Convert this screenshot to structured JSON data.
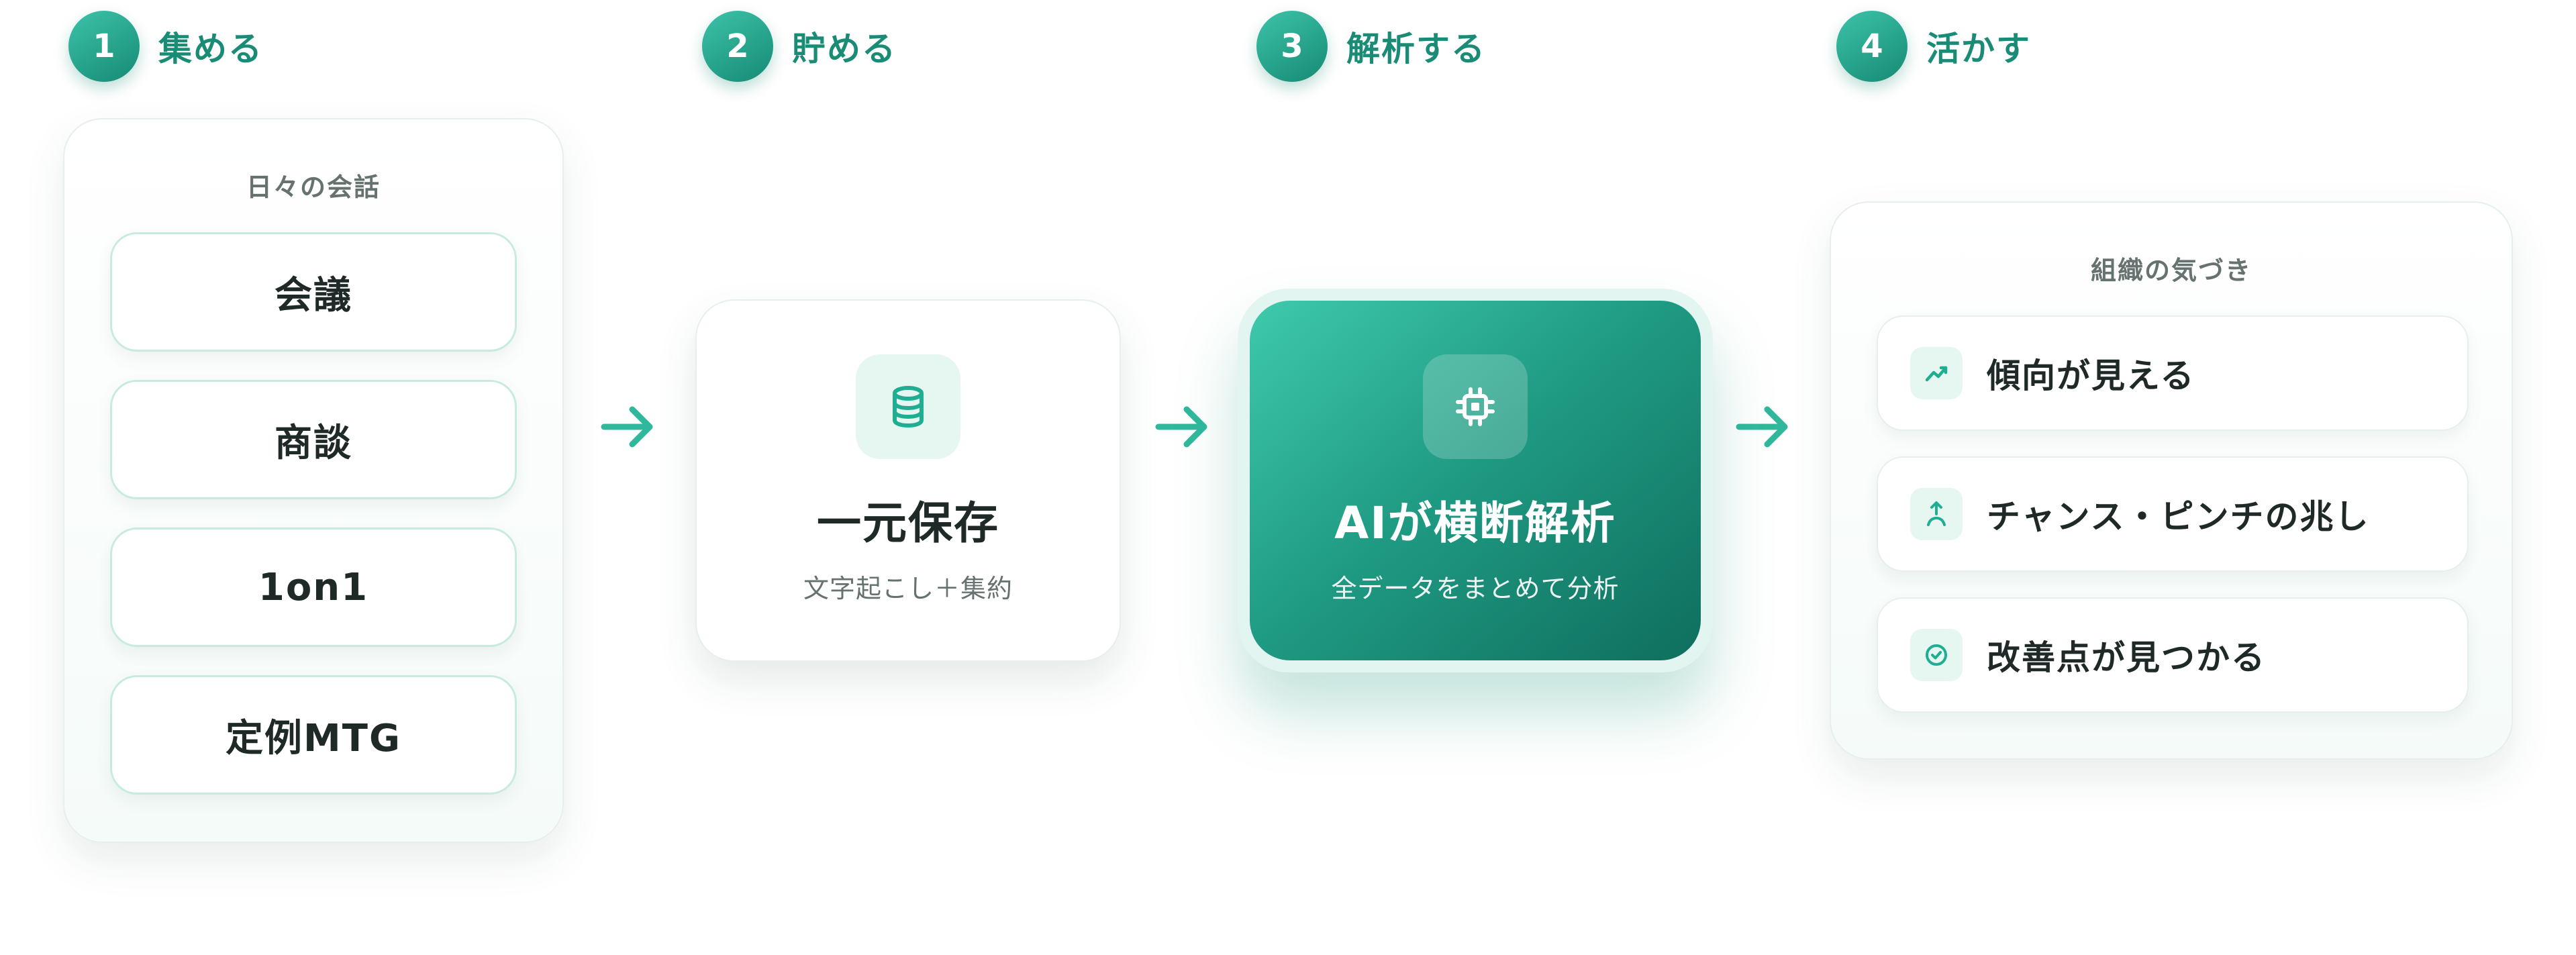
{
  "colors": {
    "accent": "#1a8c76",
    "accent_light": "#3cc3a9",
    "accent_dark": "#0f6e5e",
    "icon_tile_bg": "#e6f7f2",
    "item_border": "#c8ebe1",
    "text_dark": "#1f2a28",
    "text_muted": "#66726f"
  },
  "steps": [
    {
      "number": "1",
      "label": "集める"
    },
    {
      "number": "2",
      "label": "貯める"
    },
    {
      "number": "3",
      "label": "解析する"
    },
    {
      "number": "4",
      "label": "活かす"
    }
  ],
  "collect": {
    "caption": "日々の会話",
    "items": [
      "会議",
      "商談",
      "1on1",
      "定例MTG"
    ]
  },
  "store": {
    "icon": "database-icon",
    "title": "一元保存",
    "subtitle": "文字起こし＋集約"
  },
  "analyze": {
    "icon": "chip-icon",
    "title": "AIが横断解析",
    "subtitle": "全データをまとめて分析"
  },
  "insights": {
    "caption": "組織の気づき",
    "items": [
      {
        "icon": "trend-up-icon",
        "text": "傾向が見える"
      },
      {
        "icon": "person-up-icon",
        "text": "チャンス・ピンチの兆し"
      },
      {
        "icon": "check-circle-icon",
        "text": "改善点が見つかる"
      }
    ]
  }
}
